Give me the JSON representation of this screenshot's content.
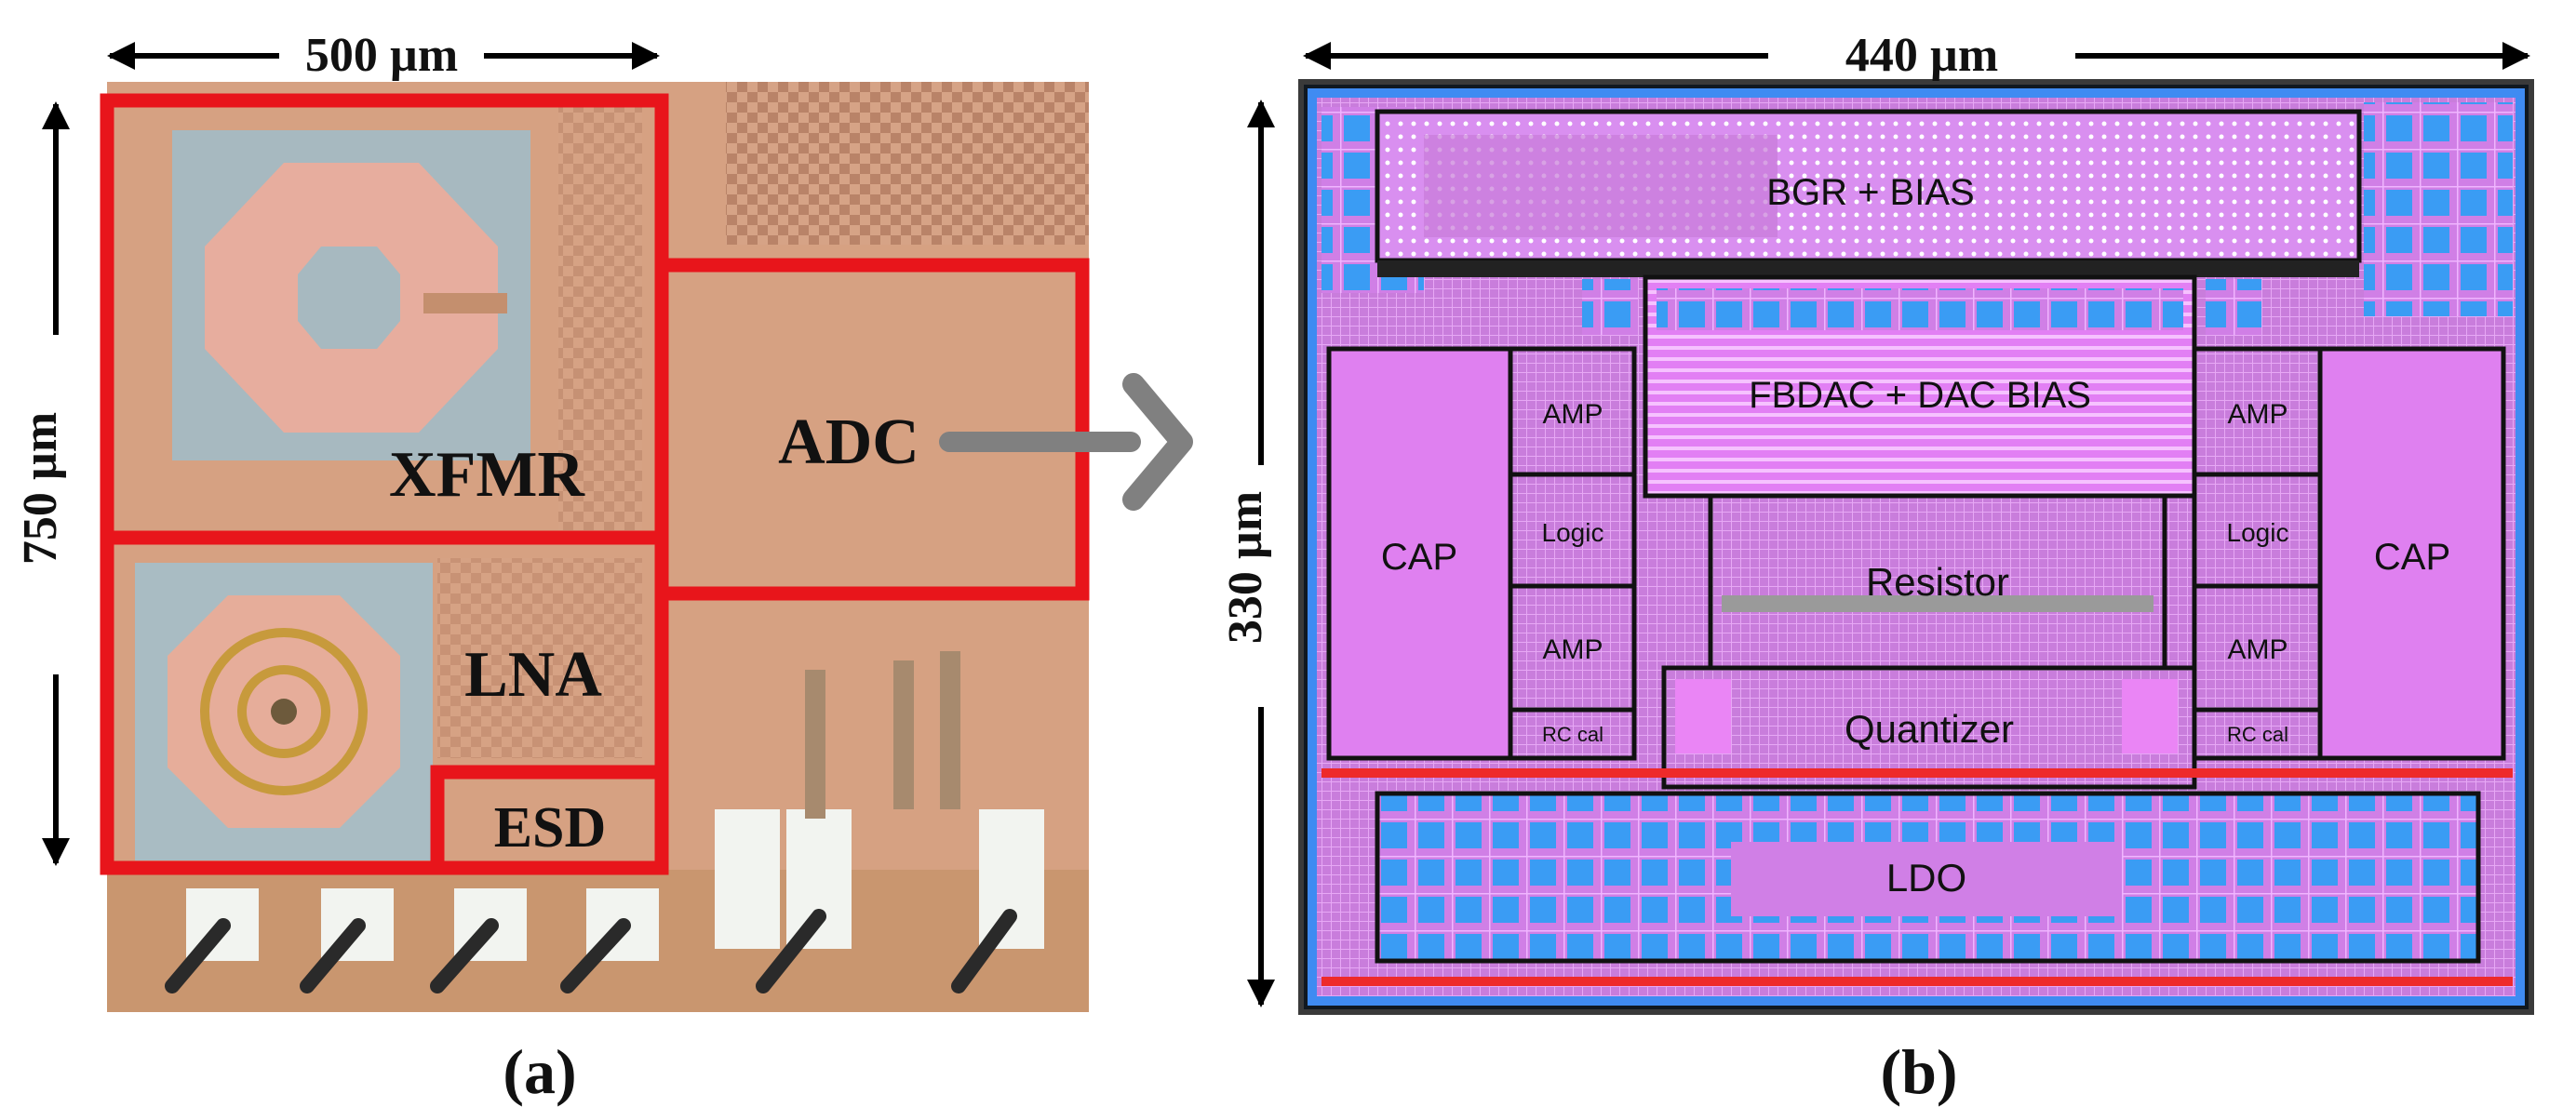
{
  "panel_a": {
    "caption": "(a)",
    "dim_width": "500 µm",
    "dim_height": "750 µm",
    "blocks": {
      "xfmr": "XFMR",
      "adc": "ADC",
      "lna": "LNA",
      "esd": "ESD"
    },
    "colors": {
      "outline": "#e8151b",
      "die": "#d9a585",
      "arrow": "#808080"
    }
  },
  "panel_b": {
    "caption": "(b)",
    "dim_width": "440 µm",
    "dim_height": "330 µm",
    "blocks": {
      "bgr": "BGR + BIAS",
      "fbdac": "FBDAC + DAC BIAS",
      "cap_left": "CAP",
      "cap_right": "CAP",
      "amp_l1": "AMP",
      "logic_l": "Logic",
      "amp_l2": "AMP",
      "rccal_l": "RC cal",
      "amp_r1": "AMP",
      "logic_r": "Logic",
      "amp_r2": "AMP",
      "rccal_r": "RC cal",
      "resistor": "Resistor",
      "quantizer": "Quantizer",
      "ldo": "LDO"
    },
    "colors": {
      "layout": "#c870e0",
      "metal": "#e040ff",
      "fill_blue": "#3399ff"
    }
  }
}
